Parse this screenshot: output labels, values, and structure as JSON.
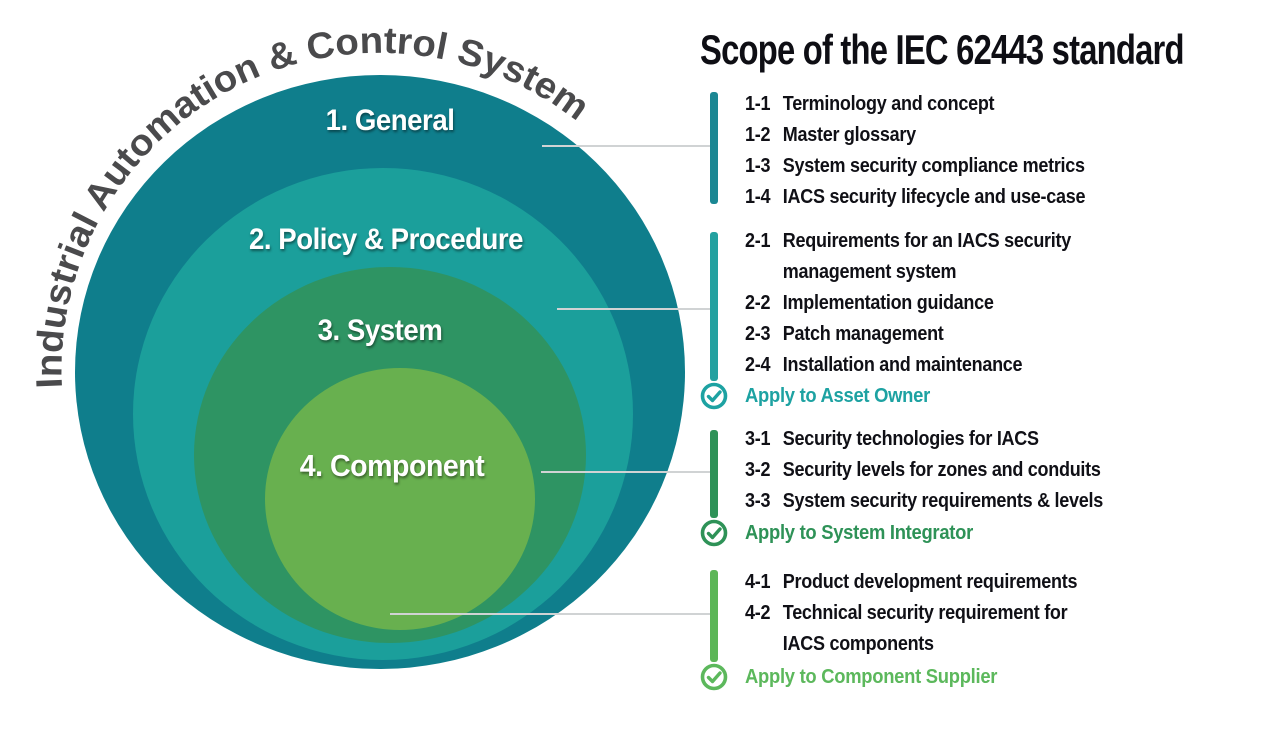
{
  "diagram": {
    "curved_title": "Industrial Automation & Control System",
    "curved_title_color": "#4a4a4c",
    "rings": [
      {
        "label": "1. General",
        "color": "#0f7e8c"
      },
      {
        "label": "2. Policy & Procedure",
        "color": "#1b9f9b"
      },
      {
        "label": "3. System",
        "color": "#2e9463"
      },
      {
        "label": "4. Component",
        "color": "#68b04f"
      }
    ]
  },
  "panel": {
    "title": "Scope of the IEC 62443 standard",
    "groups": [
      {
        "accent": "#1b8793",
        "items": [
          {
            "num": "1-1",
            "lines": [
              "Terminology and concept"
            ]
          },
          {
            "num": "1-2",
            "lines": [
              "Master glossary"
            ]
          },
          {
            "num": "1-3",
            "lines": [
              "System security compliance metrics"
            ]
          },
          {
            "num": "1-4",
            "lines": [
              "IACS security lifecycle and use-case"
            ]
          }
        ]
      },
      {
        "accent": "#23a1a0",
        "items": [
          {
            "num": "2-1",
            "lines": [
              "Requirements for an IACS security",
              "management system"
            ]
          },
          {
            "num": "2-2",
            "lines": [
              "Implementation guidance"
            ]
          },
          {
            "num": "2-3",
            "lines": [
              "Patch management"
            ]
          },
          {
            "num": "2-4",
            "lines": [
              "Installation and maintenance"
            ]
          }
        ],
        "apply": {
          "icon": "check-circle",
          "label": "Apply to Asset Owner",
          "color": "#1da2a2"
        }
      },
      {
        "accent": "#2e9257",
        "items": [
          {
            "num": "3-1",
            "lines": [
              "Security technologies for IACS"
            ]
          },
          {
            "num": "3-2",
            "lines": [
              "Security levels for zones and conduits"
            ]
          },
          {
            "num": "3-3",
            "lines": [
              "System security requirements & levels"
            ]
          }
        ],
        "apply": {
          "icon": "check-circle",
          "label": "Apply to System Integrator",
          "color": "#2e9257"
        }
      },
      {
        "accent": "#5cb657",
        "items": [
          {
            "num": "4-1",
            "lines": [
              "Product development requirements"
            ]
          },
          {
            "num": "4-2",
            "lines": [
              "Technical security requirement for",
              "IACS components"
            ]
          }
        ],
        "apply": {
          "icon": "check-circle",
          "label": "Apply to Component Supplier",
          "color": "#5cb85c"
        }
      }
    ]
  }
}
